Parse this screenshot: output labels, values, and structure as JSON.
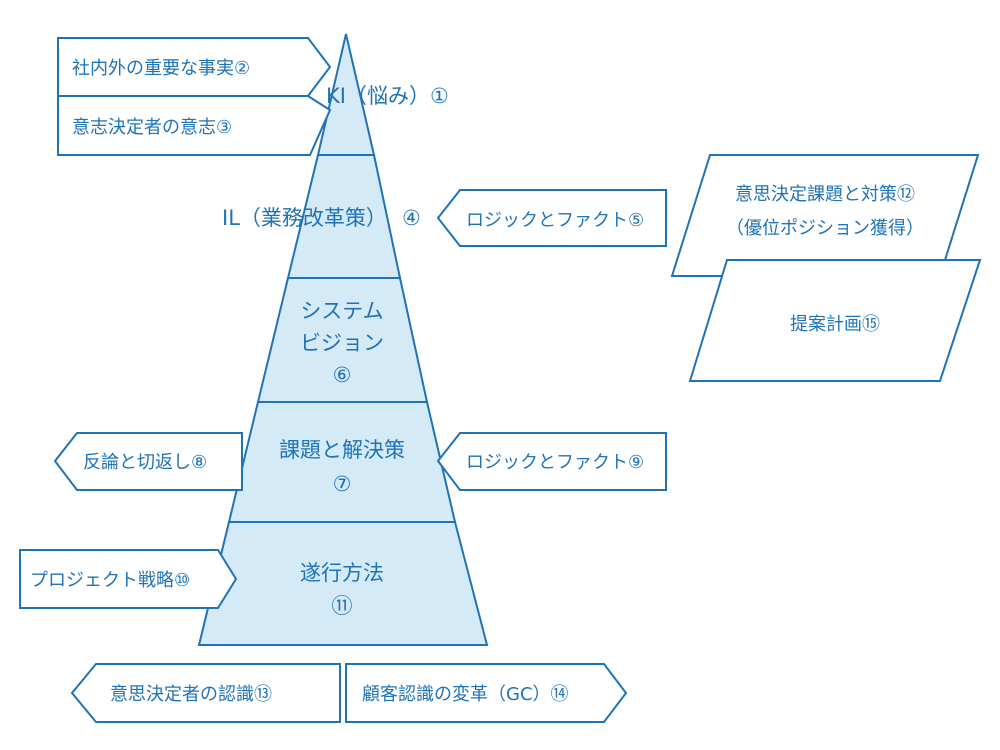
{
  "pyramid": {
    "tier1": {
      "title": "KI（悩み）",
      "num": "①"
    },
    "tier2": {
      "title": "IL（業務改革策）",
      "num": "④"
    },
    "tier3": {
      "line1": "システム",
      "line2": "ビジョン",
      "num": "⑥"
    },
    "tier4": {
      "title": "課題と解決策",
      "num": "⑦"
    },
    "tier5": {
      "title": "遂行方法",
      "num": "⑪"
    }
  },
  "boxes": {
    "facts": "社内外の重要な事実②",
    "will": "意志決定者の意志③",
    "logic_fact_1": "ロジックとファクト⑤",
    "issues_measures_1": "意思決定課題と対策⑫",
    "issues_measures_2": "（優位ポジション獲得）",
    "proposal_plan": "提案計画⑮",
    "counter": "反論と切返し⑧",
    "logic_fact_2": "ロジックとファクト⑨",
    "project_strategy": "プロジェクト戦略⑩",
    "recognition": "意思決定者の認識⑬",
    "customer_change": "顧客認識の変革（GC）⑭"
  },
  "colors": {
    "line": "#1f73b7",
    "fill": "#d5eaf7",
    "text": "#1f73b7"
  }
}
